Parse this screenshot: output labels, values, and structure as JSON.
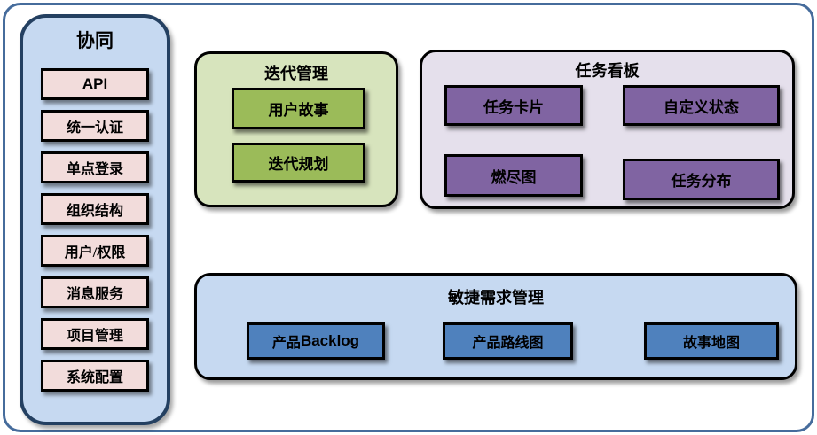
{
  "sidebar": {
    "title": "协同",
    "items": [
      "API",
      "统一认证",
      "单点登录",
      "组织结构",
      "用户/权限",
      "消息服务",
      "项目管理",
      "系统配置"
    ]
  },
  "iteration": {
    "title": "迭代管理",
    "items": [
      "用户故事",
      "迭代规划"
    ]
  },
  "kanban": {
    "title": "任务看板",
    "items": [
      "任务卡片",
      "自定义状态",
      "燃尽图",
      "任务分布"
    ]
  },
  "agile": {
    "title": "敏捷需求管理",
    "items": [
      {
        "zh": "产品",
        "en": "Backlog"
      },
      {
        "zh": "产品路线图",
        "en": ""
      },
      {
        "zh": "故事地图",
        "en": ""
      }
    ]
  },
  "colors": {
    "frame_border": "#466c9c",
    "sidebar_fill": "#c6d9f1",
    "sidebar_border": "#244061",
    "pink_item": "#f2dcdb",
    "green_panel": "#d7e4bd",
    "green_item": "#9bbb59",
    "purple_panel": "#e5e0ec",
    "purple_item": "#8064a2",
    "blue_panel": "#c6d9f1",
    "blue_item": "#4f81bd",
    "item_border": "#000000"
  }
}
